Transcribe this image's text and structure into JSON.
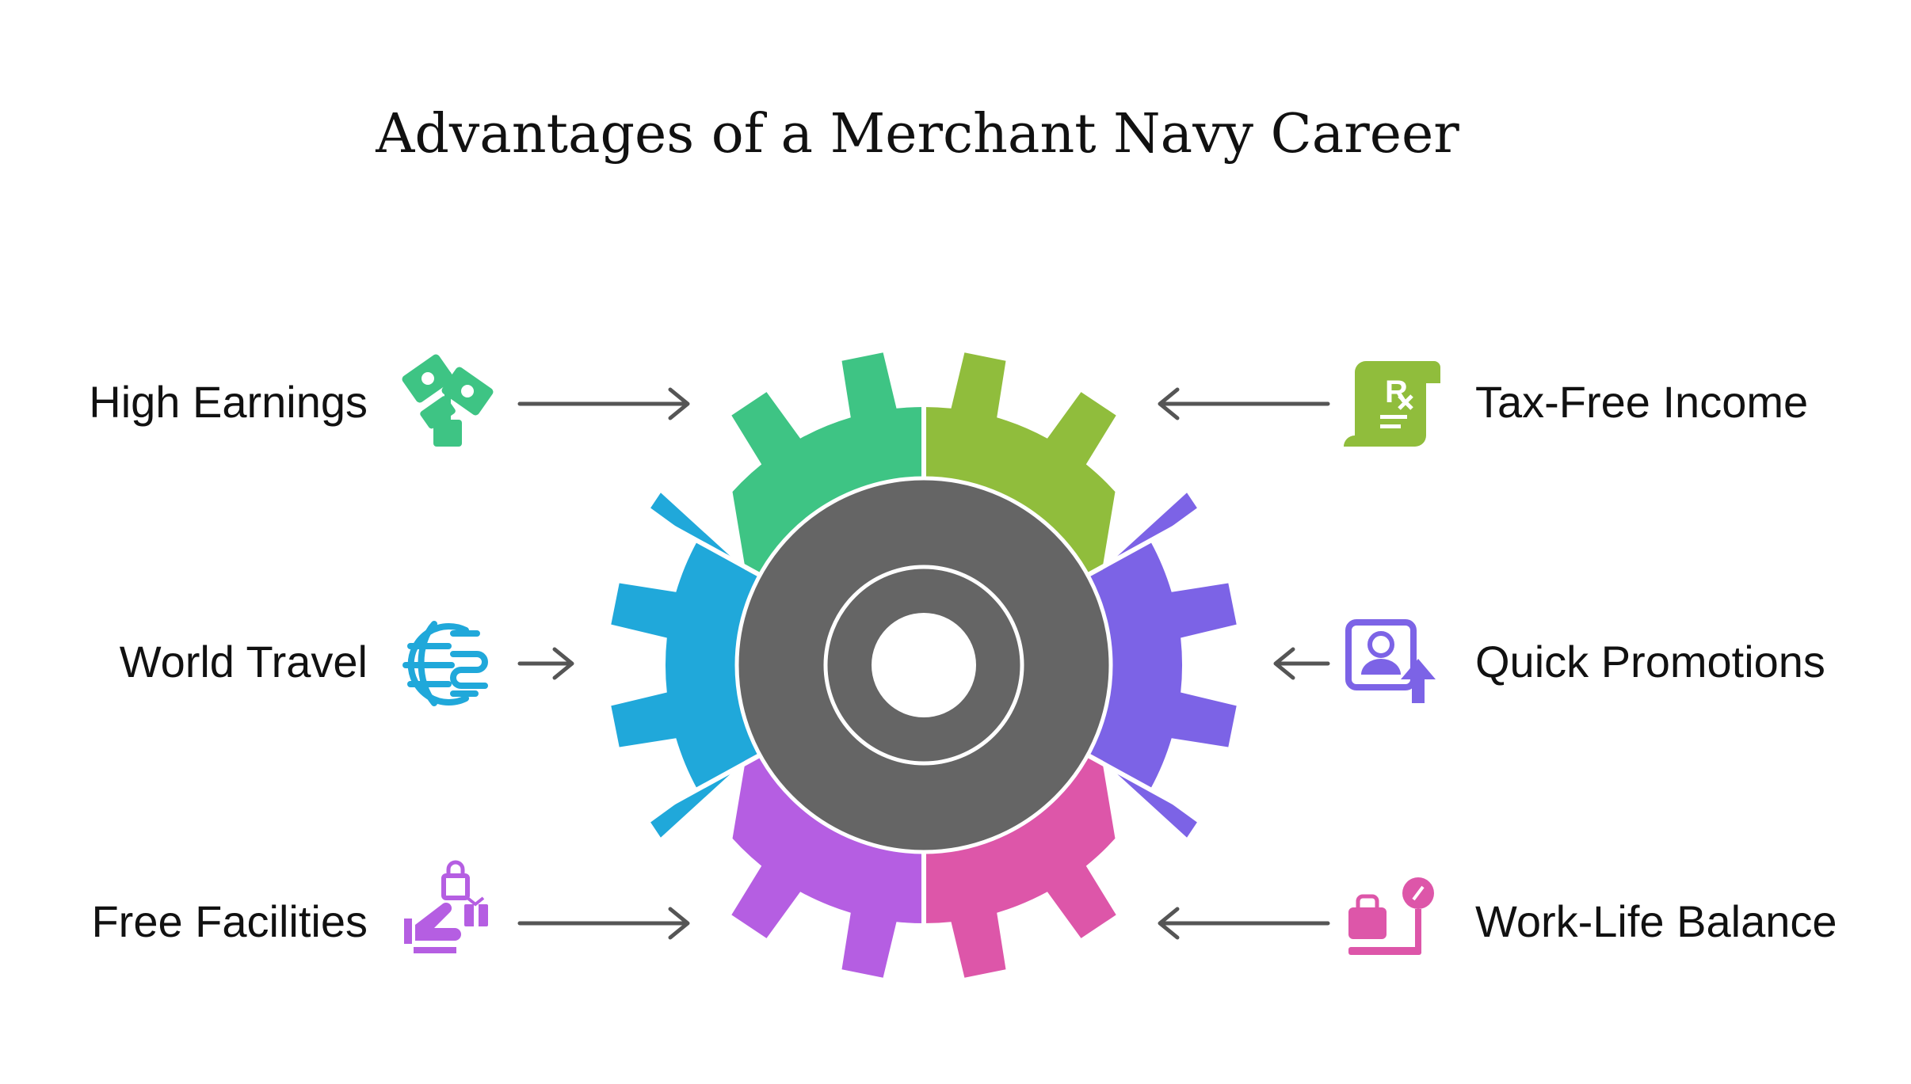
{
  "title": "Advantages of a Merchant Navy Career",
  "items": [
    {
      "label": "High Earnings",
      "icon": "money-plant-icon",
      "color": "#3EC484"
    },
    {
      "label": "Tax-Free Income",
      "icon": "prescription-scroll-icon",
      "color": "#90BD3C"
    },
    {
      "label": "World Travel",
      "icon": "globe-arrow-icon",
      "color": "#20A8DA"
    },
    {
      "label": "Quick Promotions",
      "icon": "profile-upgrade-icon",
      "color": "#7C63E6"
    },
    {
      "label": "Free Facilities",
      "icon": "gift-hand-icon",
      "color": "#B55EE2"
    },
    {
      "label": "Work-Life Balance",
      "icon": "briefcase-scale-icon",
      "color": "#DD56A9"
    }
  ],
  "colors": {
    "hub": "#656565",
    "arrow": "#555555",
    "background": "#FFFFFF"
  }
}
